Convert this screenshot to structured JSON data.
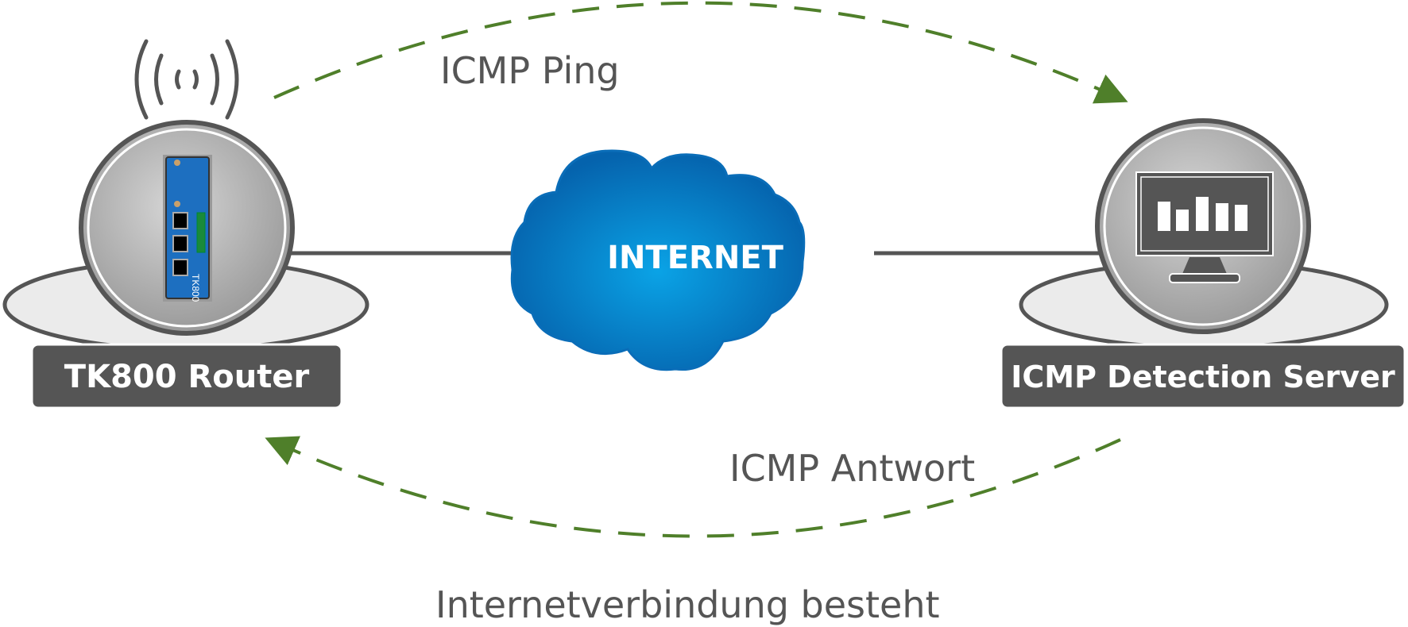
{
  "diagram": {
    "ping_label": "ICMP Ping",
    "reply_label": "ICMP Antwort",
    "status_label": "Internetverbindung besteht",
    "cloud_label": "INTERNET",
    "router": {
      "label": "TK800 Router",
      "device_text": "TK800"
    },
    "server": {
      "label": "ICMP Detection Server"
    }
  },
  "colors": {
    "arrow": "#4f7f2a",
    "cloud": "#0a6db8",
    "label_bg": "#555555",
    "text_gray": "#555555"
  }
}
